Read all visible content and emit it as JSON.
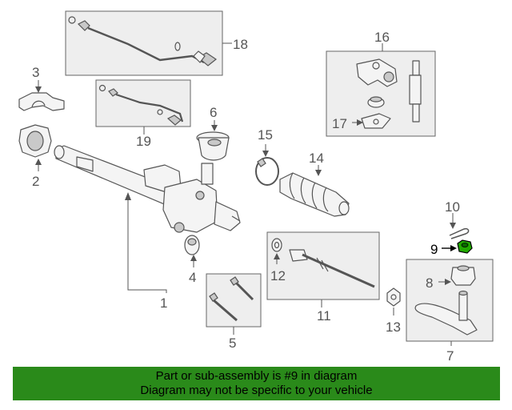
{
  "diagram": {
    "callouts": {
      "c1": "1",
      "c2": "2",
      "c3": "3",
      "c4": "4",
      "c5": "5",
      "c6": "6",
      "c7": "7",
      "c8": "8",
      "c9": "9",
      "c10": "10",
      "c11": "11",
      "c12": "12",
      "c13": "13",
      "c14": "14",
      "c15": "15",
      "c16": "16",
      "c17": "17",
      "c18": "18",
      "c19": "19"
    },
    "highlighted_part": "9",
    "colors": {
      "highlight": "#22aa00",
      "banner": "#2a8a1a",
      "line": "#555555"
    }
  },
  "banner": {
    "line1": "Part or sub-assembly is #9 in diagram",
    "line2": "Diagram may not be specific to your vehicle"
  }
}
